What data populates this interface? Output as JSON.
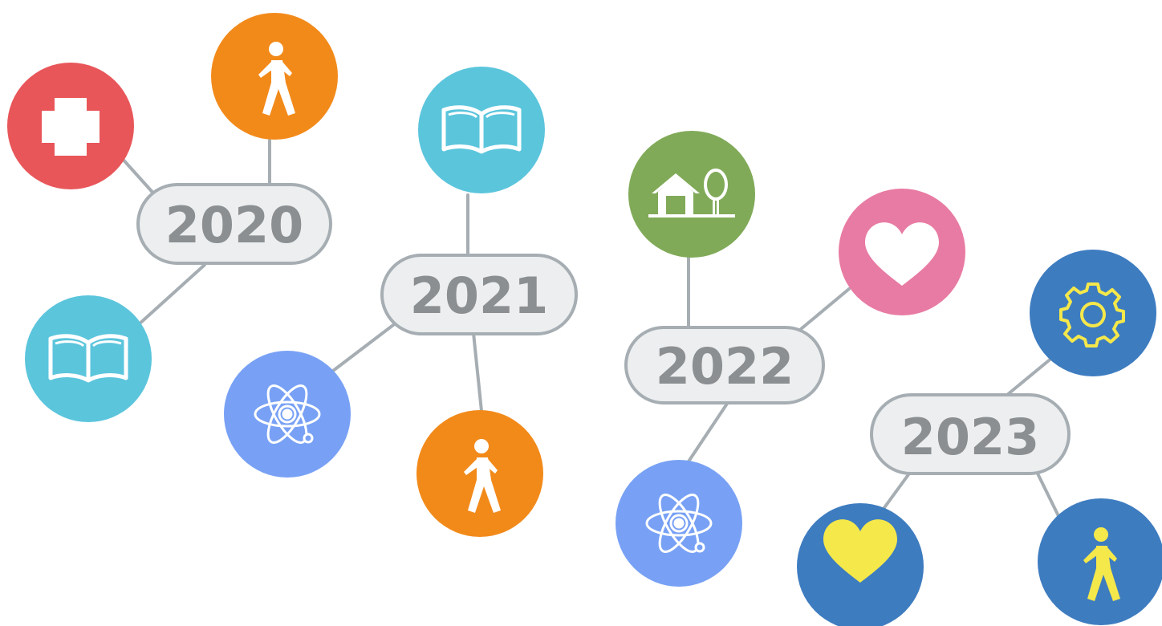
{
  "timeline": {
    "years": [
      {
        "label": "2020",
        "icons": [
          "medical-cross-icon",
          "walking-person-icon",
          "open-book-icon"
        ]
      },
      {
        "label": "2021",
        "icons": [
          "open-book-icon",
          "atom-icon",
          "walking-person-icon"
        ]
      },
      {
        "label": "2022",
        "icons": [
          "house-tree-icon",
          "heart-icon",
          "atom-icon"
        ]
      },
      {
        "label": "2023",
        "icons": [
          "gear-icon",
          "heart-icon",
          "walking-person-icon"
        ]
      }
    ]
  },
  "colors": {
    "red": "#e8565a",
    "orange": "#f28a1a",
    "cyan": "#5bc5dc",
    "periwinkle": "#78a1f5",
    "green": "#80aa58",
    "pink": "#e87ba3",
    "blue": "#3e7cc0",
    "yellow": "#f5e84a",
    "white": "#ffffff",
    "pill_fill": "#eceeef",
    "pill_stroke": "#a6aeb3",
    "year_text": "#8c8f91"
  }
}
